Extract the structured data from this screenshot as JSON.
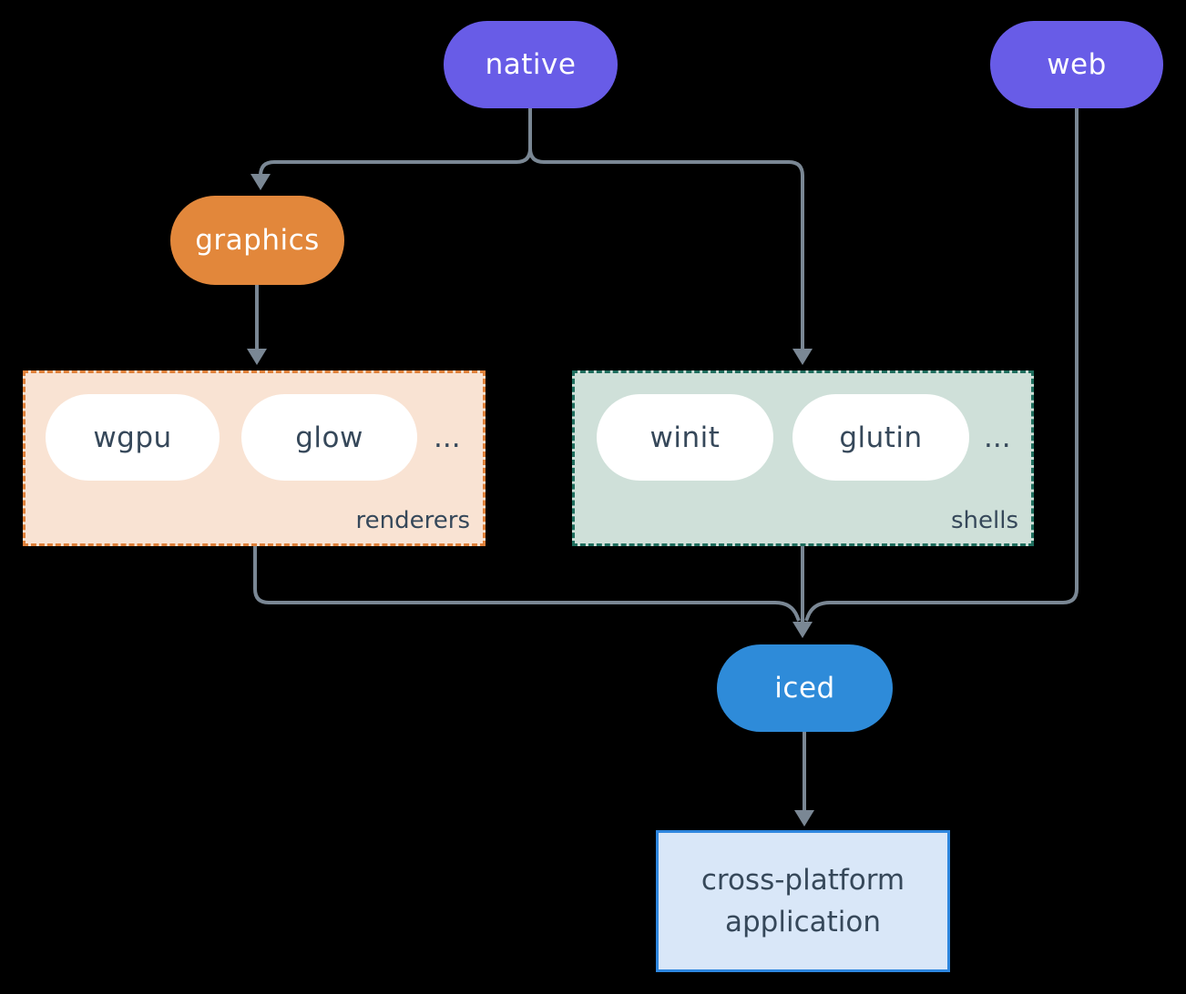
{
  "diagram": {
    "background": "#000000",
    "connector_color": "#7A8794",
    "nodes": {
      "native": {
        "label": "native",
        "fill": "#685CE7",
        "text_color": "#FFFFFF"
      },
      "web": {
        "label": "web",
        "fill": "#685CE7",
        "text_color": "#FFFFFF"
      },
      "graphics": {
        "label": "graphics",
        "fill": "#E2873B",
        "text_color": "#FFFFFF"
      },
      "iced": {
        "label": "iced",
        "fill": "#2E8BD9",
        "text_color": "#FFFFFF"
      },
      "wgpu": {
        "label": "wgpu",
        "fill": "#FFFFFF",
        "text_color": "#36485A"
      },
      "glow": {
        "label": "glow",
        "fill": "#FFFFFF",
        "text_color": "#36485A"
      },
      "winit": {
        "label": "winit",
        "fill": "#FFFFFF",
        "text_color": "#36485A"
      },
      "glutin": {
        "label": "glutin",
        "fill": "#FFFFFF",
        "text_color": "#36485A"
      }
    },
    "groups": {
      "renderers": {
        "label": "renderers",
        "ellipsis": "...",
        "fill": "#F9E3D3",
        "border": "#E0813A",
        "members": [
          "wgpu",
          "glow"
        ]
      },
      "shells": {
        "label": "shells",
        "ellipsis": "...",
        "fill": "#CFE0D9",
        "border": "#1F6E5E",
        "members": [
          "winit",
          "glutin"
        ]
      }
    },
    "application": {
      "line1": "cross-platform",
      "line2": "application",
      "fill": "#D9E7F8",
      "border": "#2E86DE",
      "text_color": "#36485A"
    },
    "edges": [
      {
        "from": "native",
        "to": "graphics"
      },
      {
        "from": "native",
        "to": "shells"
      },
      {
        "from": "graphics",
        "to": "renderers"
      },
      {
        "from": "renderers",
        "to": "iced"
      },
      {
        "from": "shells",
        "to": "iced"
      },
      {
        "from": "web",
        "to": "iced"
      },
      {
        "from": "iced",
        "to": "application"
      }
    ]
  }
}
